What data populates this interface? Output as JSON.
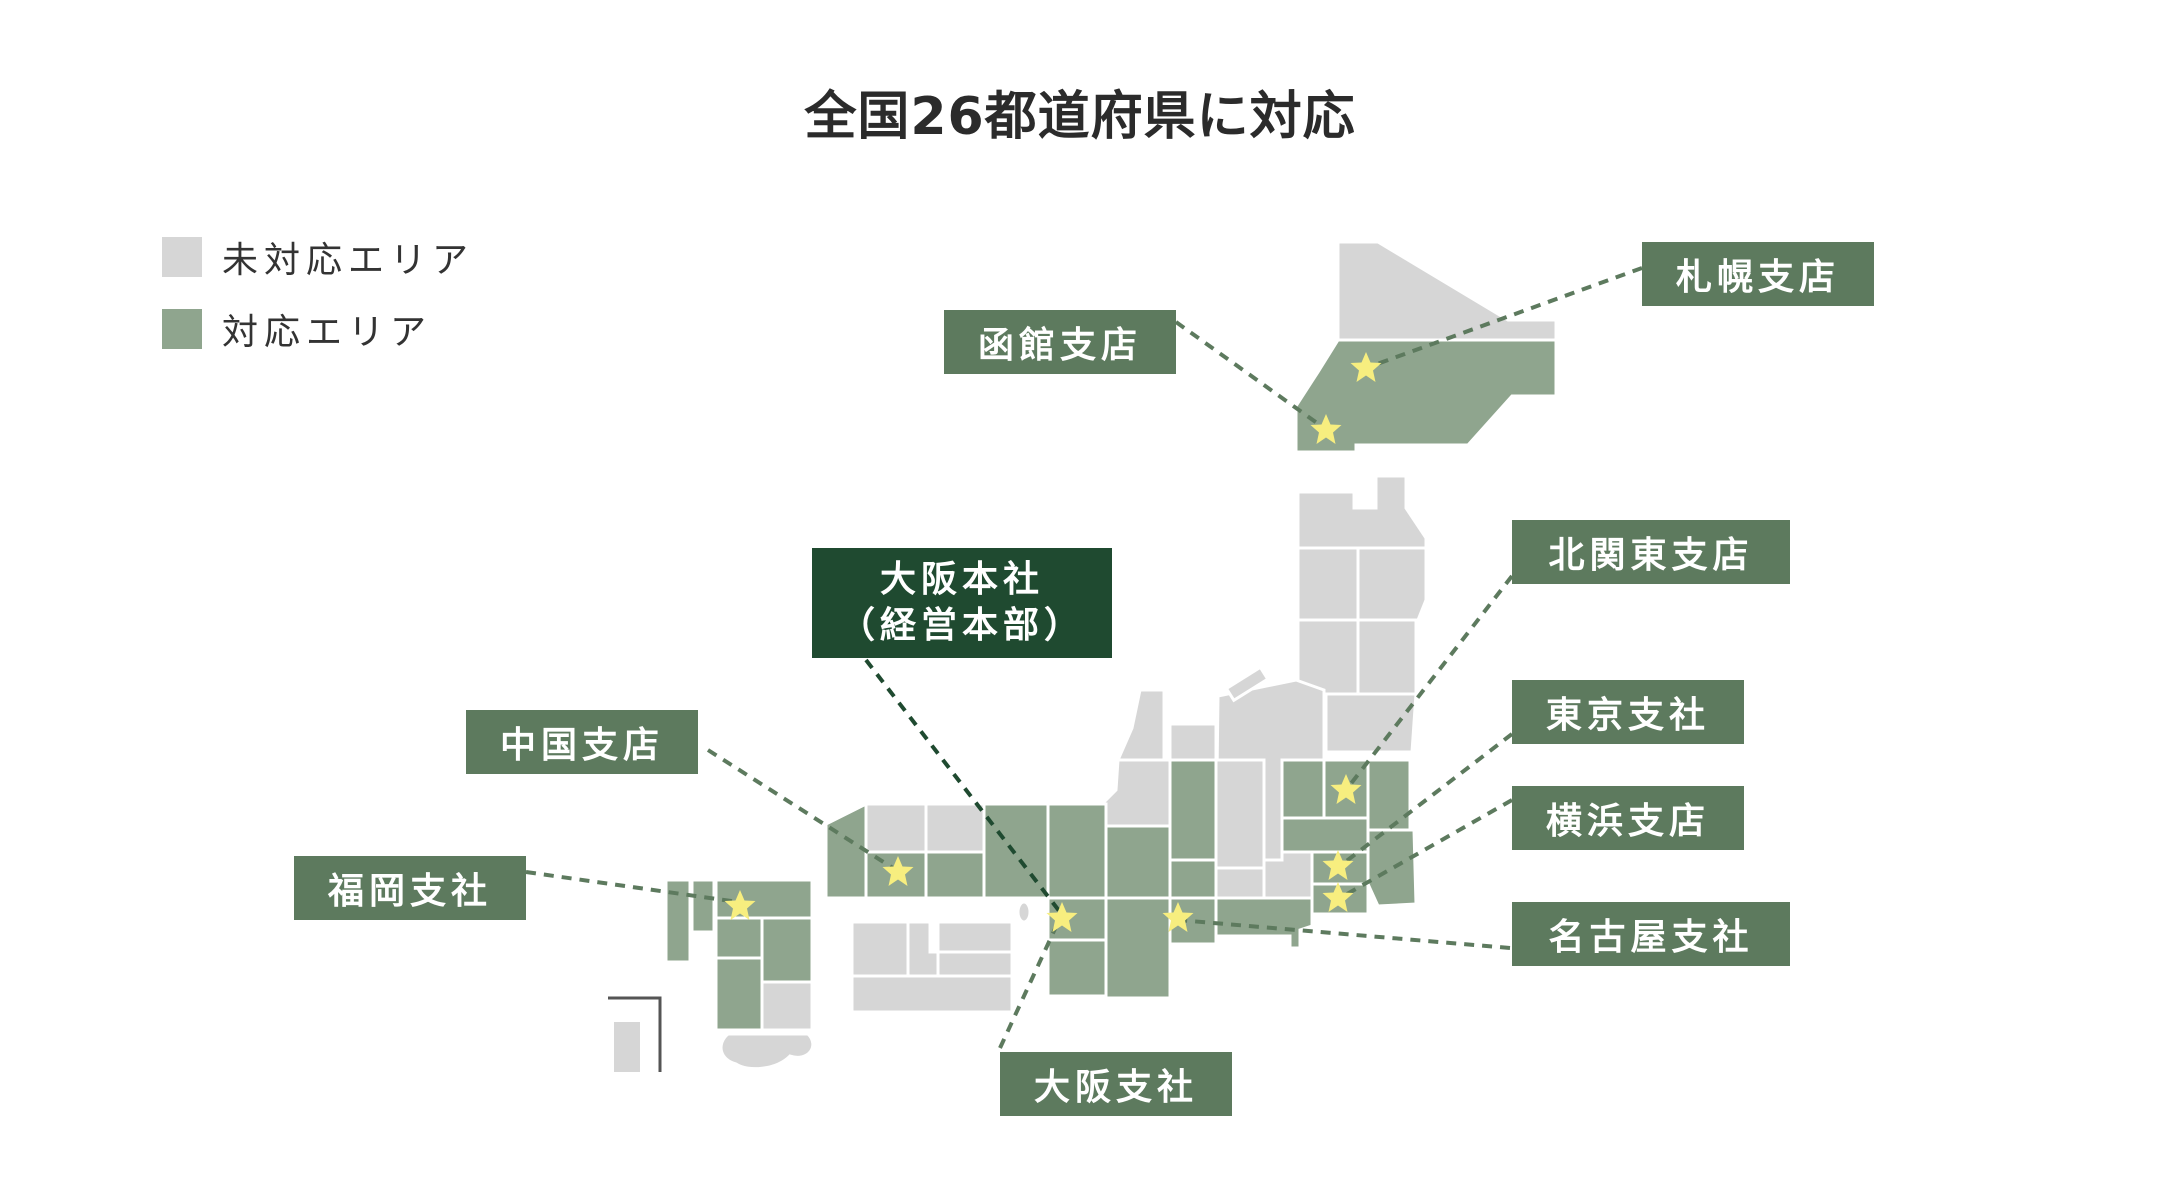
{
  "title": "全国26都道府県に対応",
  "colors": {
    "unsupported": "#d6d6d6",
    "supported": "#8fa58e",
    "label_bg": "#5d7a5e",
    "hq_bg": "#1f4a30",
    "star": "#f7ee7f"
  },
  "legend": {
    "unsupported_label": "未対応エリア",
    "supported_label": "対応エリア"
  },
  "offices": {
    "sapporo": "札幌支店",
    "hakodate": "函館支店",
    "kita_kanto": "北関東支店",
    "tokyo": "東京支社",
    "yokohama": "横浜支店",
    "nagoya": "名古屋支社",
    "osaka_branch": "大阪支社",
    "osaka_hq_line1": "大阪本社",
    "osaka_hq_line2": "（経営本部）",
    "chugoku": "中国支店",
    "fukuoka": "福岡支社"
  }
}
